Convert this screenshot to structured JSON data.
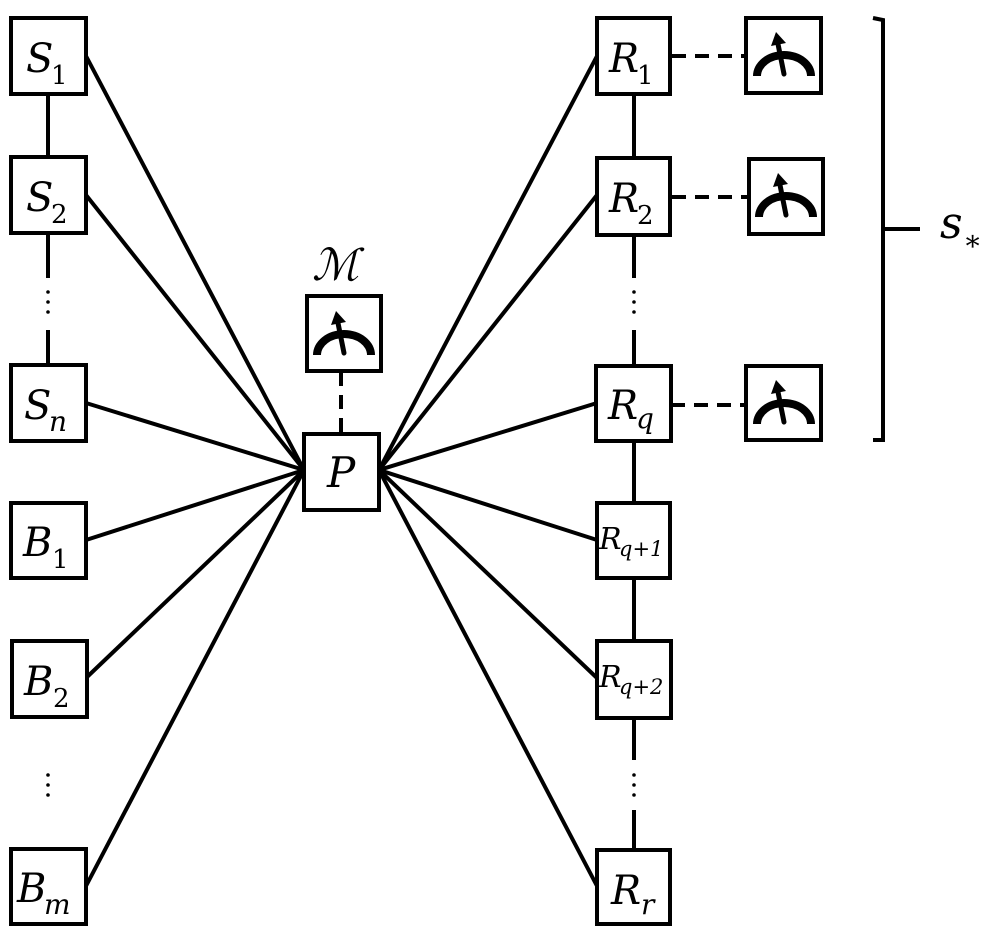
{
  "sources": [
    {
      "base": "S",
      "sub": "1"
    },
    {
      "base": "S",
      "sub": "2"
    },
    {
      "base": "S",
      "sub": "n"
    }
  ],
  "bystanders": [
    {
      "base": "B",
      "sub": "1"
    },
    {
      "base": "B",
      "sub": "2"
    },
    {
      "base": "B",
      "sub": "m"
    }
  ],
  "center": {
    "label": "P"
  },
  "center_meter": {
    "label": "ℳ",
    "icon": "measurement-meter-icon"
  },
  "receivers": [
    {
      "base": "R",
      "sub": "1"
    },
    {
      "base": "R",
      "sub": "2"
    },
    {
      "base": "R",
      "sub": "q"
    },
    {
      "base": "R",
      "sub": "q+1"
    },
    {
      "base": "R",
      "sub": "q+2"
    },
    {
      "base": "R",
      "sub": "r"
    }
  ],
  "receiver_meters": {
    "icon": "measurement-meter-icon",
    "count": 3
  },
  "bracket": {
    "base": "s",
    "sub": "∗"
  }
}
